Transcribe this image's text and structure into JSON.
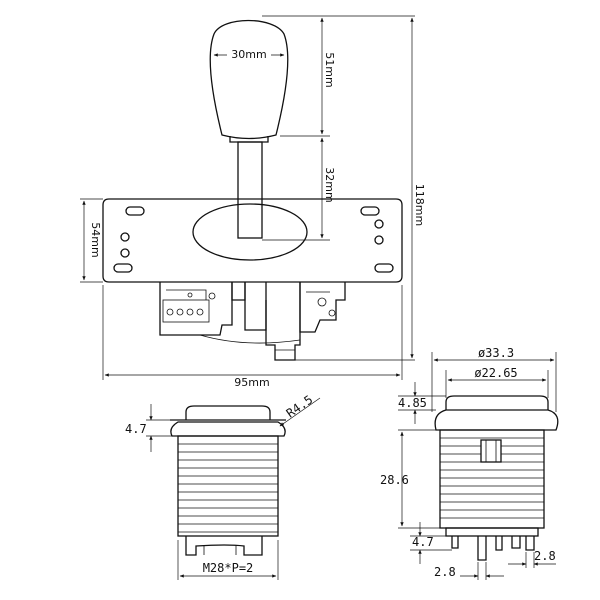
{
  "joystick": {
    "ball_width": "30mm",
    "ball_height": "51mm",
    "shaft_height": "32mm",
    "total_height": "118mm",
    "plate_depth": "54mm",
    "plate_width": "95mm"
  },
  "button_side": {
    "bezel_height": "4.7",
    "radius": "R4.5",
    "thread": "M28*P=2"
  },
  "button_front": {
    "outer_diameter": "ø33.3",
    "inner_diameter": "ø22.65",
    "cap_height": "4.85",
    "body_height": "28.6",
    "terminal_height": "4.7",
    "terminal_width_left": "2.8",
    "terminal_width_right": "2.8"
  }
}
